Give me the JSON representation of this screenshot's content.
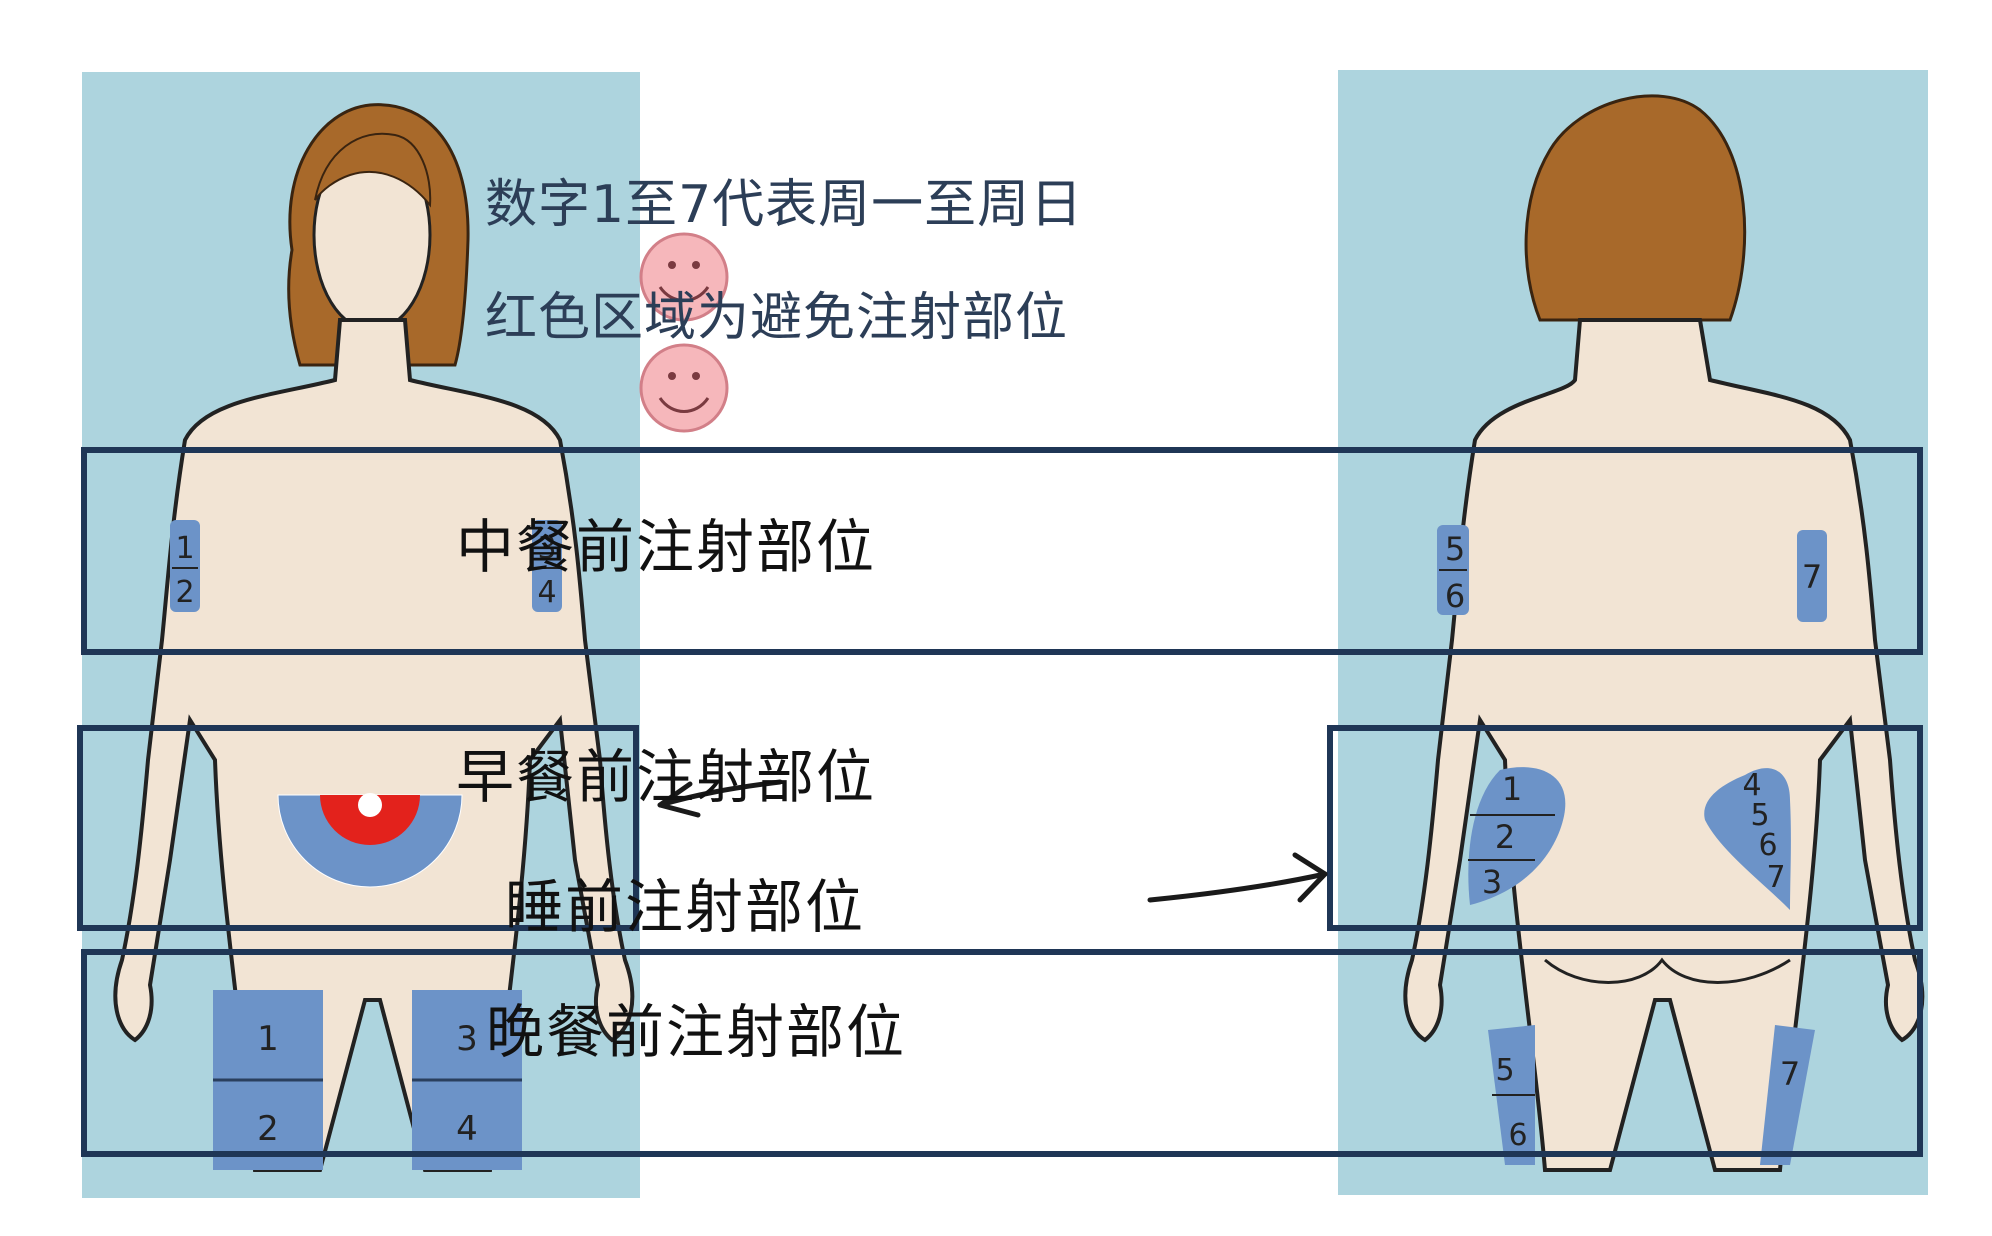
{
  "legend": {
    "line1": "数字1至7代表周一至周日",
    "line2": "红色区域为避免注射部位"
  },
  "zones": {
    "lunch": "中餐前注射部位",
    "breakfast": "早餐前注射部位",
    "bedtime": "睡前注射部位",
    "dinner": "晚餐前注射部位"
  },
  "front": {
    "left_arm": [
      "1",
      "2"
    ],
    "right_arm": [
      "3",
      "4"
    ],
    "left_thigh": [
      "1",
      "2"
    ],
    "right_thigh": [
      "3",
      "4"
    ]
  },
  "back": {
    "left_arm": [
      "5",
      "6"
    ],
    "right_arm": [
      "7"
    ],
    "left_buttock": [
      "1",
      "2",
      "3"
    ],
    "right_buttock": [
      "4",
      "5",
      "6",
      "7"
    ],
    "left_leg": [
      "5",
      "6"
    ],
    "right_leg": [
      "7"
    ]
  },
  "colors": {
    "panel_bg": "#add4de",
    "skin": "#f2e4d4",
    "zone_blue": "#6c93c8",
    "avoid_red": "#e3221c",
    "hair": "#a8692a",
    "box_stroke": "#1f3656",
    "smiley": "#f6b7bb"
  }
}
